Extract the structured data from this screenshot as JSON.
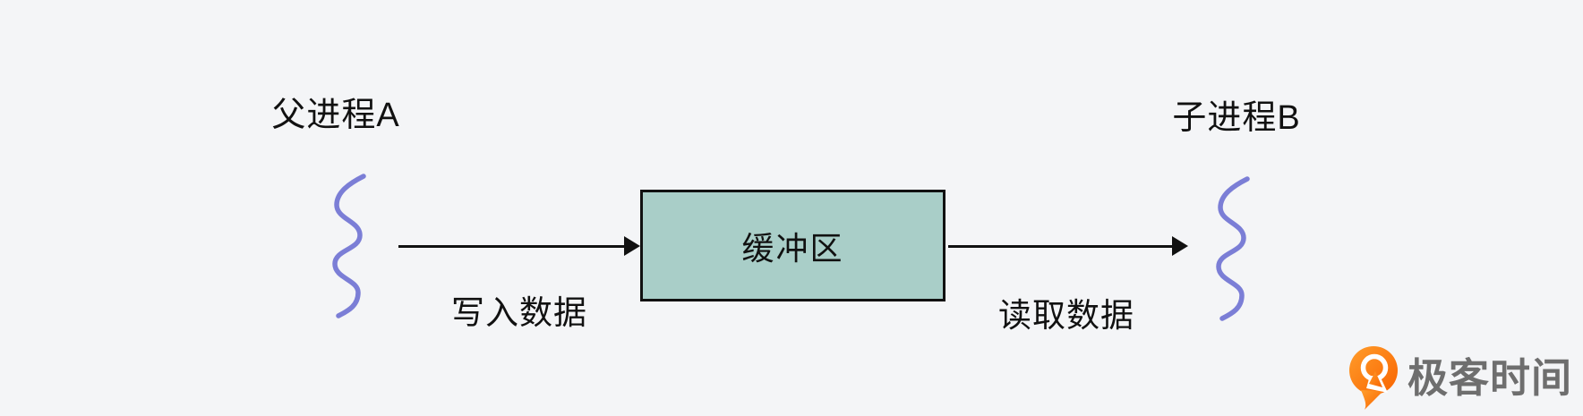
{
  "colors": {
    "background": "#f4f5f7",
    "box_fill": "#a9cec8",
    "box_border": "#111111",
    "arrow": "#111111",
    "squiggle": "#7b7ed6",
    "label": "#111111",
    "logo_orange": "#f96300",
    "logo_orange_light": "#ff9d2b",
    "logo_text": "#6e6e6e"
  },
  "diagram": {
    "parent_label": "父进程A",
    "child_label": "子进程B",
    "buffer_label": "缓冲区",
    "write_label": "写入数据",
    "read_label": "读取数据"
  },
  "watermark": {
    "brand": "极客时间"
  }
}
